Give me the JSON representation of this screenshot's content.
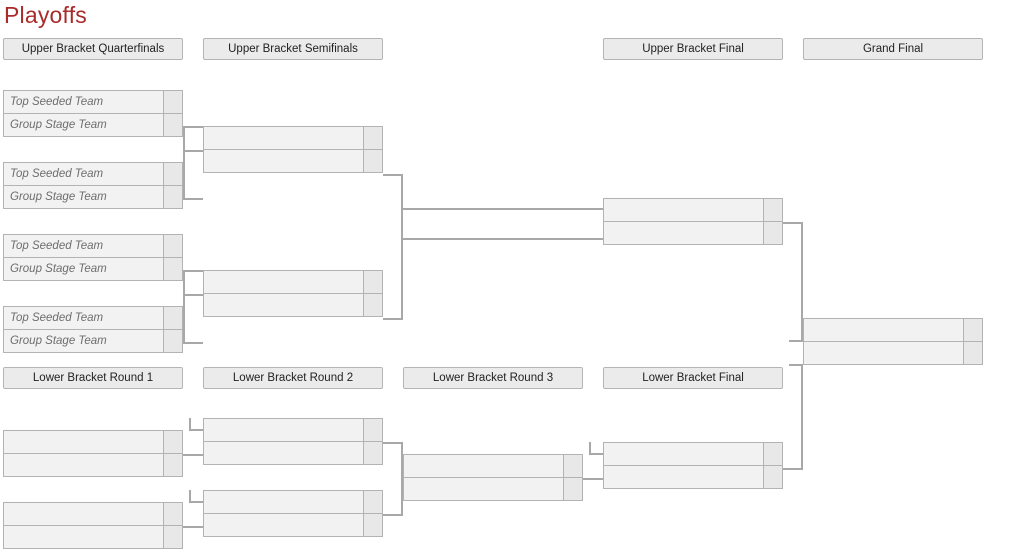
{
  "page": {
    "title": "Playoffs",
    "title_color": "#a92b2b",
    "background": "#ffffff",
    "box_fill": "#f2f2f2",
    "score_fill": "#e8e8e8",
    "border_color": "#b3b3b3",
    "header_fill": "#ebebeb",
    "connector_color": "#a8a8a8"
  },
  "upper_bracket": {
    "headers": [
      {
        "label": "Upper Bracket Quarterfinals"
      },
      {
        "label": "Upper Bracket Semifinals"
      },
      {
        "label": "Upper Bracket Final"
      },
      {
        "label": "Grand Final"
      }
    ],
    "quarterfinals": [
      {
        "slots": [
          {
            "team": "Top Seeded Team",
            "score": ""
          },
          {
            "team": "Group Stage Team",
            "score": ""
          }
        ]
      },
      {
        "slots": [
          {
            "team": "Top Seeded Team",
            "score": ""
          },
          {
            "team": "Group Stage Team",
            "score": ""
          }
        ]
      },
      {
        "slots": [
          {
            "team": "Top Seeded Team",
            "score": ""
          },
          {
            "team": "Group Stage Team",
            "score": ""
          }
        ]
      },
      {
        "slots": [
          {
            "team": "Top Seeded Team",
            "score": ""
          },
          {
            "team": "Group Stage Team",
            "score": ""
          }
        ]
      }
    ],
    "semifinals": [
      {
        "slots": [
          {
            "team": "",
            "score": ""
          },
          {
            "team": "",
            "score": ""
          }
        ]
      },
      {
        "slots": [
          {
            "team": "",
            "score": ""
          },
          {
            "team": "",
            "score": ""
          }
        ]
      }
    ],
    "final": [
      {
        "slots": [
          {
            "team": "",
            "score": ""
          },
          {
            "team": "",
            "score": ""
          }
        ]
      }
    ],
    "grand_final": [
      {
        "slots": [
          {
            "team": "",
            "score": ""
          },
          {
            "team": "",
            "score": ""
          }
        ]
      }
    ]
  },
  "lower_bracket": {
    "headers": [
      {
        "label": "Lower Bracket Round 1"
      },
      {
        "label": "Lower Bracket Round 2"
      },
      {
        "label": "Lower Bracket Round 3"
      },
      {
        "label": "Lower Bracket Final"
      }
    ],
    "round1": [
      {
        "slots": [
          {
            "team": "",
            "score": ""
          },
          {
            "team": "",
            "score": ""
          }
        ]
      },
      {
        "slots": [
          {
            "team": "",
            "score": ""
          },
          {
            "team": "",
            "score": ""
          }
        ]
      }
    ],
    "round2": [
      {
        "slots": [
          {
            "team": "",
            "score": ""
          },
          {
            "team": "",
            "score": ""
          }
        ]
      },
      {
        "slots": [
          {
            "team": "",
            "score": ""
          },
          {
            "team": "",
            "score": ""
          }
        ]
      }
    ],
    "round3": [
      {
        "slots": [
          {
            "team": "",
            "score": ""
          },
          {
            "team": "",
            "score": ""
          }
        ]
      }
    ],
    "final": [
      {
        "slots": [
          {
            "team": "",
            "score": ""
          },
          {
            "team": "",
            "score": ""
          }
        ]
      }
    ]
  }
}
